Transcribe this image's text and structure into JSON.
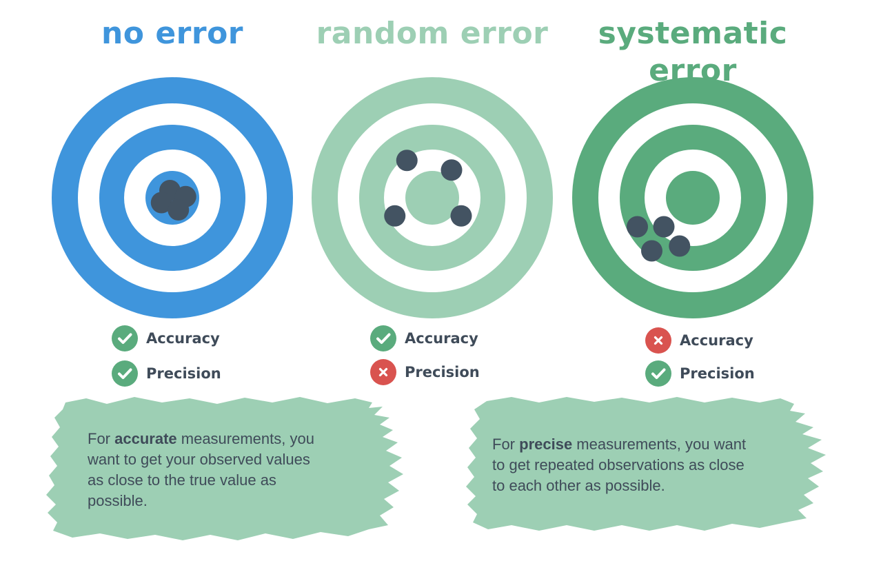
{
  "colors": {
    "blue": "#3f95dc",
    "light_green": "#9dcfb4",
    "green": "#5aab7d",
    "shot": "#435362",
    "check": "#5aab7d",
    "cross": "#d9534f"
  },
  "panels": [
    {
      "title": "no error",
      "title_color": "#3f95dc",
      "ring_color": "#3f95dc",
      "shots": [
        [
          -0.02,
          -0.06
        ],
        [
          0.11,
          -0.01
        ],
        [
          -0.09,
          0.04
        ],
        [
          0.05,
          0.1
        ]
      ],
      "checks": [
        {
          "label": "Accuracy",
          "status": "check",
          "icon": "check-icon"
        },
        {
          "label": "Precision",
          "status": "check",
          "icon": "check-icon"
        }
      ]
    },
    {
      "title": "random error",
      "title_color": "#9dcfb4",
      "ring_color": "#9dcfb4",
      "shots": [
        [
          -0.21,
          -0.31
        ],
        [
          0.16,
          -0.23
        ],
        [
          -0.31,
          0.15
        ],
        [
          0.24,
          0.15
        ]
      ],
      "checks": [
        {
          "label": "Accuracy",
          "status": "check",
          "icon": "check-icon"
        },
        {
          "label": "Precision",
          "status": "cross",
          "icon": "cross-icon"
        }
      ]
    },
    {
      "title": "systematic error",
      "title_color": "#5aab7d",
      "ring_color": "#5aab7d",
      "shots": [
        [
          -0.46,
          0.24
        ],
        [
          -0.24,
          0.24
        ],
        [
          -0.34,
          0.44
        ],
        [
          -0.11,
          0.4
        ]
      ],
      "checks": [
        {
          "label": "Accuracy",
          "status": "cross",
          "icon": "cross-icon"
        },
        {
          "label": "Precision",
          "status": "check",
          "icon": "check-icon"
        }
      ]
    }
  ],
  "notes": [
    {
      "prefix": "For ",
      "bold": "accurate",
      "rest": " measurements, you want to get your observed values as close to the true value as possible.",
      "lines": [
        "want to get your observed values",
        "as close to the true value as",
        "possible."
      ],
      "first_line_rest": " measurements, you"
    },
    {
      "prefix": "For ",
      "bold": "precise",
      "rest": " measurements, you want to get repeated observations as close to each other as possible.",
      "lines": [
        "to get repeated observations as close",
        "to each other as possible."
      ],
      "first_line_rest": " measurements, you want"
    }
  ]
}
